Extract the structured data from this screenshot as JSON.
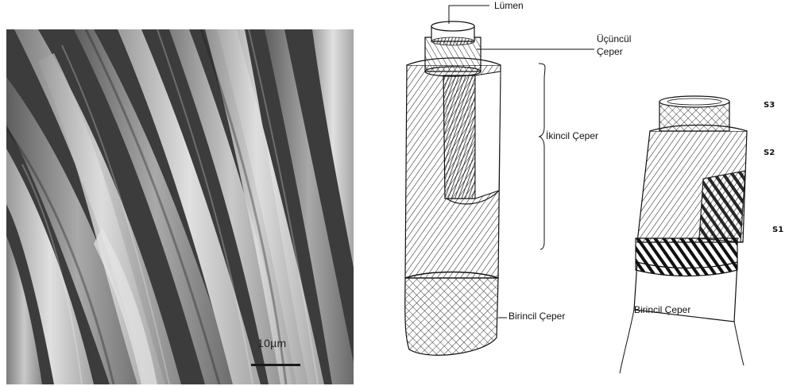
{
  "micrograph": {
    "scale_bar_label": "10µm"
  },
  "wall_diagram_large": {
    "labels": {
      "lumen": "Lümen",
      "tertiary_wall_line1": "Üçüncül",
      "tertiary_wall_line2": "Çeper",
      "secondary_wall": "İkincil Çeper",
      "primary_wall": "Birincil Çeper"
    }
  },
  "wall_diagram_small": {
    "labels": {
      "s3": "S3",
      "s2": "S2",
      "s1": "S1",
      "primary_wall": "Birincil Çeper"
    }
  }
}
